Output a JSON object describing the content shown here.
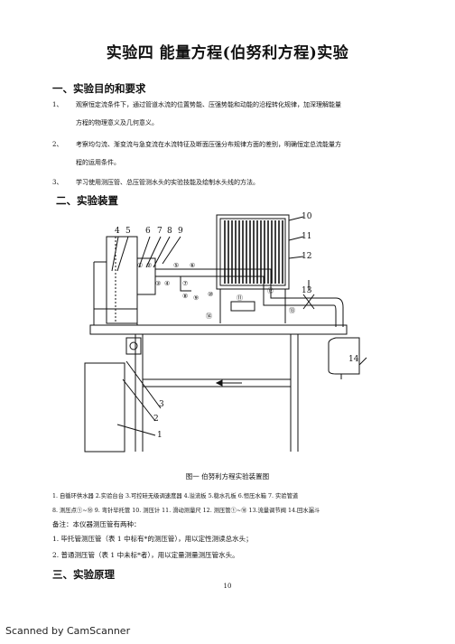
{
  "page": {
    "title": "实验四  能量方程(伯努利方程)实验",
    "sec1": "一、实验目的和要求",
    "obj": [
      {
        "num": "1、",
        "line1": "观察恒定流条件下，通过管道水流的位置势能、压强势能和动能的沿程转化规律，加深理解能量",
        "line2": "方程的物理意义及几何意义。"
      },
      {
        "num": "2、",
        "line1": "考察均匀流、渐变流与急变流在水流特征及断面压强分布规律方面的差别，明确恒定总流能量方",
        "line2": "程的运用条件。"
      },
      {
        "num": "3、",
        "line1": "学习使用测压管、总压管测水头的实验技能及绘制水头线的方法。",
        "line2": ""
      }
    ],
    "sec2": "二、实验装置",
    "figure": {
      "labels": [
        "4",
        "5",
        "6",
        "7",
        "8",
        "9",
        "10",
        "11",
        "12",
        "13",
        "14",
        "3",
        "2",
        "1"
      ],
      "circled": [
        "①",
        "②",
        "③",
        "④",
        "⑤",
        "⑥",
        "⑦",
        "⑧",
        "⑨",
        "⑩",
        "⑪",
        "⑫",
        "⑬",
        "⑭"
      ]
    },
    "caption": "图一   伯努利方程实验装置图",
    "legend1": "1.  自循环供水器    2.实验台台  3.可控硅无级调速度器  4.溢流板  5.稳水孔板  6.恒压水箱  7.  实验管道",
    "legend2": "8.  测压点①~⑱ 9.  弯针毕托管    10.  测压计  11.  滑动测量尺 12.  测压管①~⑱ 13.流量调节阀  14.回水漏斗",
    "note0": "备注：本仪器测压管有两种：",
    "note1": "1.  毕托管测压管（表 1 中标有*的测压管），用以定性测读总水头；",
    "note2": "2.  普通测压管（表 1 中未标*者），用以定量测量测压管水头。",
    "sec3": "三、实验原理",
    "page_number": "10",
    "watermark": "Scanned by CamScanner"
  }
}
